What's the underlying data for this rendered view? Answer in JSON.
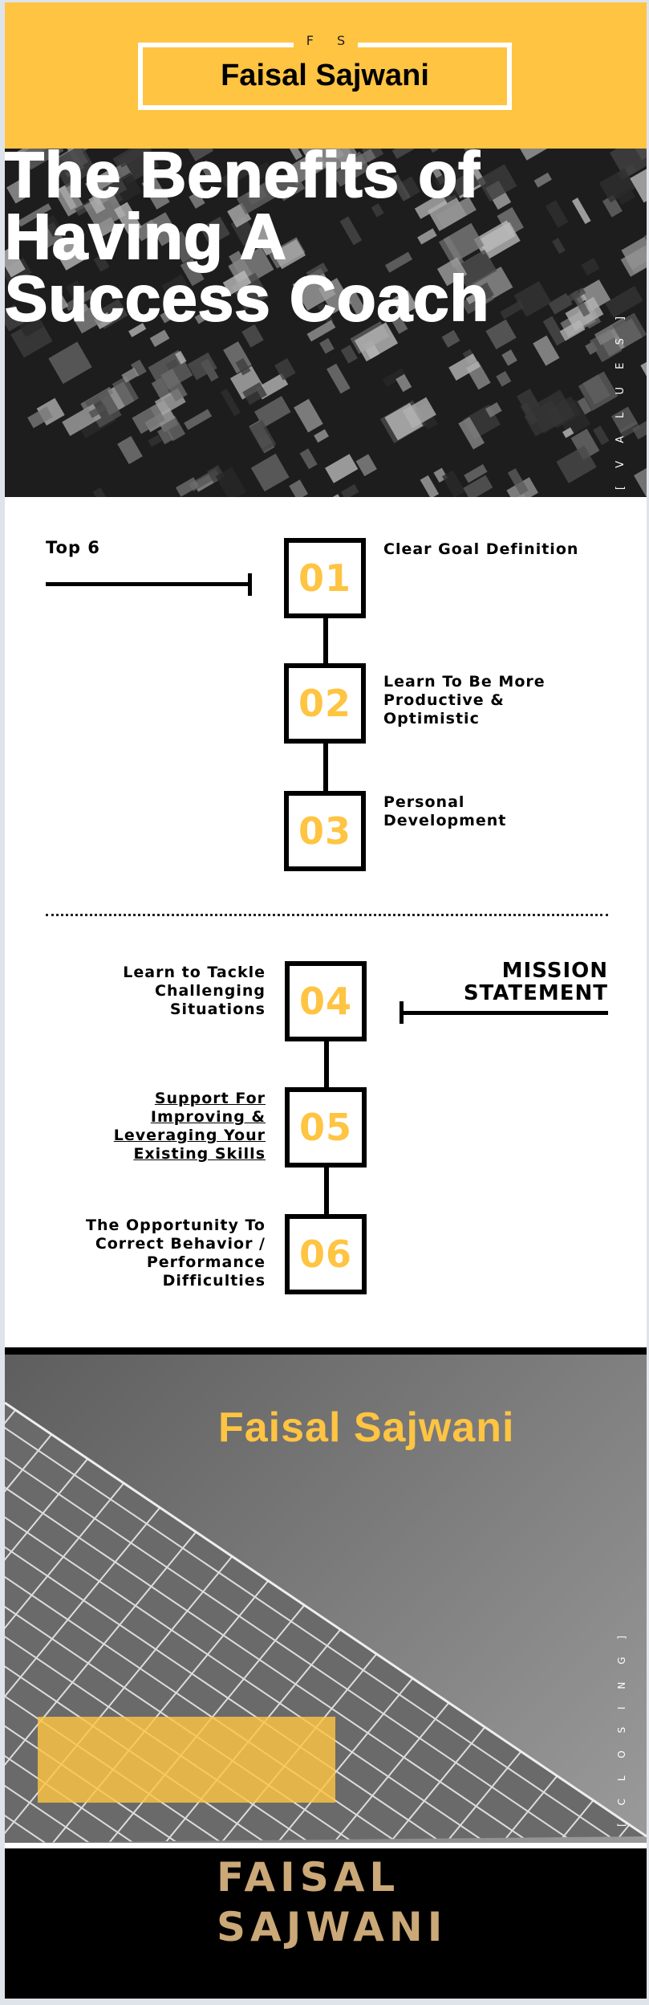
{
  "header": {
    "monogram": "F S",
    "name": "Faisal Sajwani"
  },
  "hero": {
    "title": "The Benefits of Having A Success Coach",
    "side_label": "[ V A L U E S ]"
  },
  "top_section": {
    "heading": "Top 6",
    "items": [
      {
        "number": "01",
        "label": "Clear Goal Definition"
      },
      {
        "number": "02",
        "label": "Learn To Be More Productive & Optimistic"
      },
      {
        "number": "03",
        "label": "Personal Development"
      }
    ]
  },
  "bottom_section": {
    "heading": "MISSION STATEMENT",
    "items": [
      {
        "number": "04",
        "label": "Learn to Tackle Challenging Situations"
      },
      {
        "number": "05",
        "label": "Support For Improving & Leveraging Your Existing Skills"
      },
      {
        "number": "06",
        "label": "The Opportunity To Correct Behavior / Performance Difficulties"
      }
    ]
  },
  "closing": {
    "name": "Faisal Sajwani",
    "side_label": "[ C L O S I N G ]"
  },
  "footer": {
    "name": "FAISAL SAJWANI"
  },
  "colors": {
    "accent": "#fec442",
    "footer_text": "#caa877",
    "dark": "#000000"
  }
}
